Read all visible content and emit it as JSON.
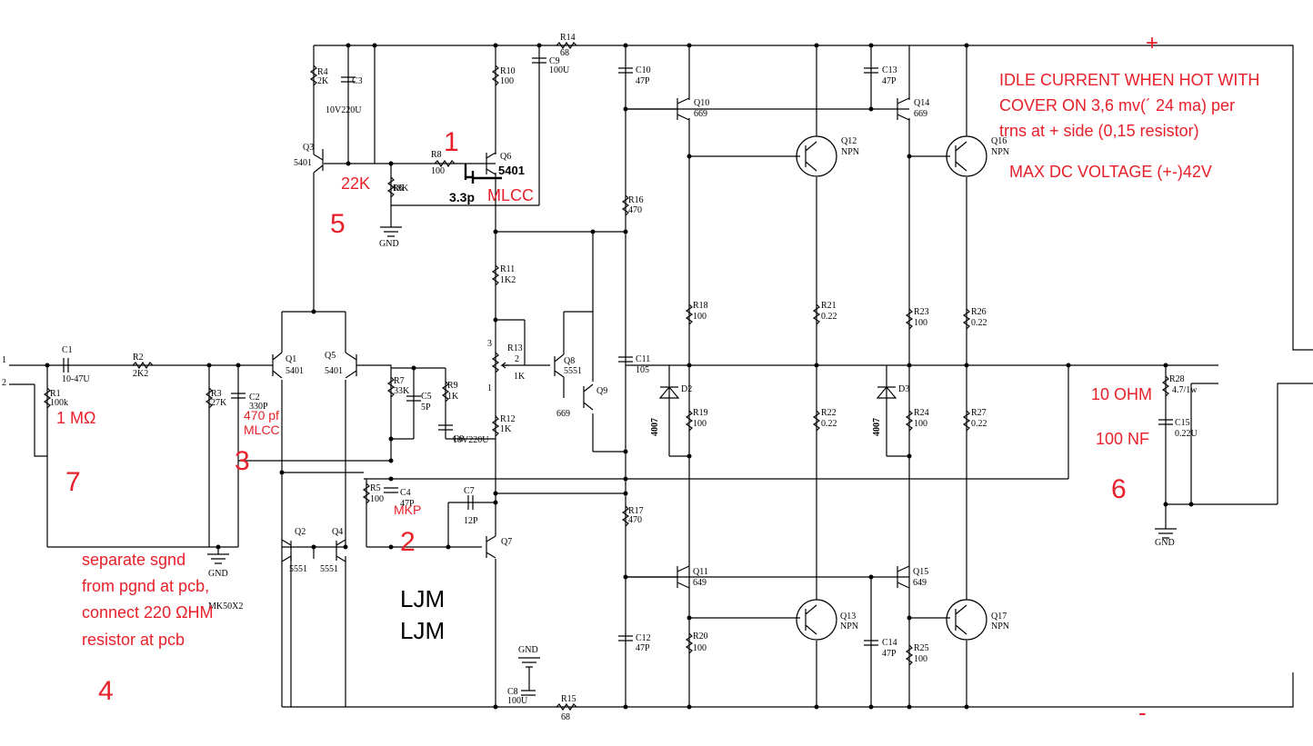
{
  "input_terminals": [
    "1",
    "2"
  ],
  "components": [
    {
      "ref": "R1",
      "value": "100k"
    },
    {
      "ref": "C1",
      "value": "10-47U"
    },
    {
      "ref": "R2",
      "value": "2K2"
    },
    {
      "ref": "R3",
      "value": "27K"
    },
    {
      "ref": "C2",
      "value": "330P"
    },
    {
      "ref": "Q1",
      "value": "5401"
    },
    {
      "ref": "Q5",
      "value": "5401"
    },
    {
      "ref": "R4",
      "value": "2K"
    },
    {
      "ref": "C3",
      "value": "10V220U"
    },
    {
      "ref": "Q3",
      "value": "5401"
    },
    {
      "ref": "R6",
      "value": "18K"
    },
    {
      "ref": "R8",
      "value": "100"
    },
    {
      "ref": "R10",
      "value": "100"
    },
    {
      "ref": "Q6",
      "value": ""
    },
    {
      "ref": "C9",
      "value": "100U"
    },
    {
      "ref": "R14",
      "value": "68"
    },
    {
      "ref": "C10",
      "value": "47P"
    },
    {
      "ref": "R16",
      "value": "470"
    },
    {
      "ref": "R11",
      "value": "1K2"
    },
    {
      "ref": "R13",
      "value": "1K"
    },
    {
      "ref": "R12",
      "value": "1K"
    },
    {
      "ref": "Q8",
      "value": "5551"
    },
    {
      "ref": "Q9",
      "value": "669"
    },
    {
      "ref": "C11",
      "value": "105"
    },
    {
      "ref": "R7",
      "value": "33K"
    },
    {
      "ref": "C5",
      "value": "5P"
    },
    {
      "ref": "R9",
      "value": "1K"
    },
    {
      "ref": "C6",
      "value": "10V220U"
    },
    {
      "ref": "R5",
      "value": "100"
    },
    {
      "ref": "C4",
      "value": "47P"
    },
    {
      "ref": "C7",
      "value": "12P"
    },
    {
      "ref": "Q7",
      "value": ""
    },
    {
      "ref": "Q2",
      "value": "5551"
    },
    {
      "ref": "Q4",
      "value": "5551"
    },
    {
      "ref": "R17",
      "value": "470"
    },
    {
      "ref": "C12",
      "value": "47P"
    },
    {
      "ref": "C8",
      "value": "100U"
    },
    {
      "ref": "R15",
      "value": "68"
    },
    {
      "ref": "Q10",
      "value": "669"
    },
    {
      "ref": "Q11",
      "value": "649"
    },
    {
      "ref": "Q12",
      "value": "NPN"
    },
    {
      "ref": "Q13",
      "value": "NPN"
    },
    {
      "ref": "R18",
      "value": "100"
    },
    {
      "ref": "R19",
      "value": "100"
    },
    {
      "ref": "R20",
      "value": "100"
    },
    {
      "ref": "R21",
      "value": "0.22"
    },
    {
      "ref": "R22",
      "value": "0.22"
    },
    {
      "ref": "D2",
      "value": "4007"
    },
    {
      "ref": "C13",
      "value": "47P"
    },
    {
      "ref": "C14",
      "value": "47P"
    },
    {
      "ref": "Q14",
      "value": "669"
    },
    {
      "ref": "Q15",
      "value": "649"
    },
    {
      "ref": "Q16",
      "value": "NPN"
    },
    {
      "ref": "Q17",
      "value": "NPN"
    },
    {
      "ref": "R23",
      "value": "100"
    },
    {
      "ref": "R24",
      "value": "100"
    },
    {
      "ref": "R25",
      "value": "100"
    },
    {
      "ref": "R26",
      "value": "0.22"
    },
    {
      "ref": "R27",
      "value": "0.22"
    },
    {
      "ref": "D3",
      "value": "4007"
    },
    {
      "ref": "R28",
      "value": "4.7/1w"
    },
    {
      "ref": "C15",
      "value": "0.22U"
    }
  ],
  "gnd_labels": [
    "GND",
    "GND",
    "GND",
    "GND"
  ],
  "misc_labels": {
    "mk": "MK50X2",
    "pot_pins": [
      "3",
      "2",
      "1"
    ]
  },
  "handwritten": {
    "q6_label": "5401",
    "cap": "3.3p"
  },
  "annotations": {
    "idle_current": [
      "IDLE CURRENT WHEN HOT WITH",
      "COVER ON 3,6 mv(´ 24  ma) per",
      "trns at + side (0,15 resistor)"
    ],
    "max_dc": "MAX DC VOLTAGE (+-)42V",
    "mlcc_q6": "MLCC",
    "r22k": "22K",
    "c2_note": [
      "470 pf",
      "MLCC"
    ],
    "r1_note": "1 MΩ",
    "mkp": "MKP",
    "ohm10": "10 OHM",
    "nf100": "100 NF",
    "gnd_note": [
      "separate sgnd",
      "from pgnd at pcb,",
      "connect 220 ΩHM",
      "resistor at pcb"
    ],
    "numbers": [
      "1",
      "2",
      "3",
      "4",
      "5",
      "6",
      "7"
    ],
    "plus": "+",
    "minus": "-"
  },
  "ljm": [
    "LJM",
    "LJM"
  ],
  "colors": {
    "annotation": "#e8202a",
    "wire": "#000000"
  }
}
